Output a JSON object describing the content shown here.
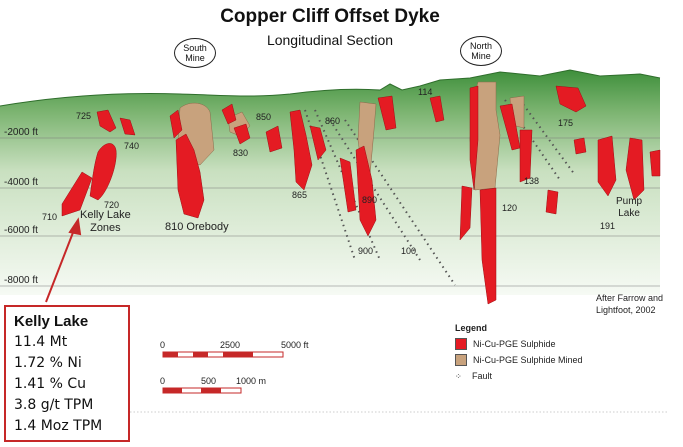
{
  "header": {
    "title": "Copper Cliff Offset Dyke",
    "subtitle": "Longitudinal Section"
  },
  "mines": [
    {
      "line1": "South",
      "line2": "Mine"
    },
    {
      "line1": "North",
      "line2": "Mine"
    }
  ],
  "depth_labels": [
    "-2000 ft",
    "-4000 ft",
    "-6000 ft",
    "-8000 ft"
  ],
  "orebody_labels": [
    "725",
    "740",
    "720",
    "710",
    "850",
    "830",
    "860",
    "865",
    "890",
    "900",
    "100",
    "114",
    "120",
    "138",
    "175",
    "191"
  ],
  "zone_labels": {
    "kelly_lake": "Kelly Lake\nZones",
    "orebody_810": "810 Orebody",
    "pump_lake": "Pump\nLake"
  },
  "credit": "After Farrow and\nLightfoot, 2002",
  "legend": {
    "title": "Legend",
    "items": [
      {
        "label": "Ni-Cu-PGE Sulphide",
        "color": "#e41b23"
      },
      {
        "label": "Ni-Cu-PGE Sulphide Mined",
        "color": "#c8a27d"
      },
      {
        "label": "Fault",
        "icon": "fault-dots"
      }
    ]
  },
  "scale_ft": {
    "ticks": [
      "0",
      "2500",
      "5000 ft"
    ]
  },
  "scale_m": {
    "ticks": [
      "0",
      "500",
      "1000 m"
    ]
  },
  "info": {
    "title": "Kelly Lake",
    "lines": [
      "11.4 Mt",
      "1.72 % Ni",
      "1.41 % Cu",
      "3.8 g/t TPM",
      "1.4 Moz TPM"
    ]
  },
  "colors": {
    "sulphide": "#e41b23",
    "mined": "#c8a27d",
    "ground_top": "#3e8f3b",
    "ground_bottom": "#eaf3e4",
    "callout": "#c62828"
  }
}
